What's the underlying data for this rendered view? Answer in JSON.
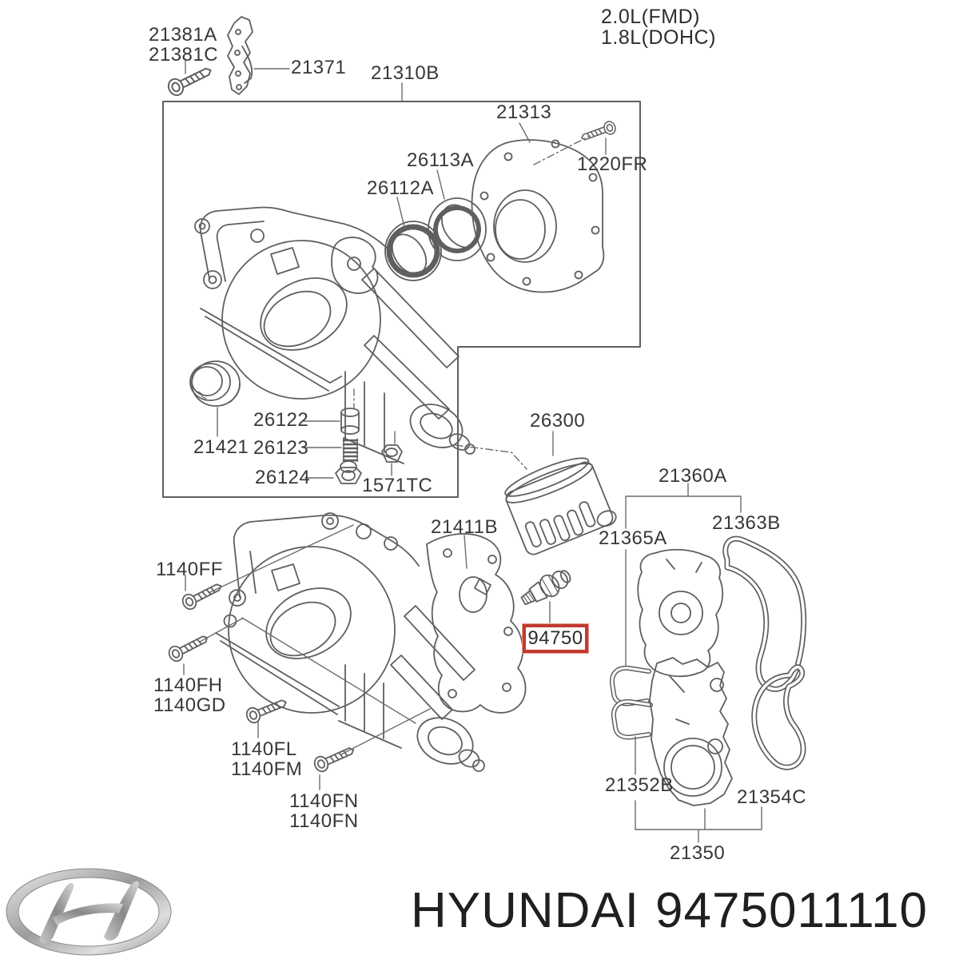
{
  "engine_variants": {
    "line1": "2.0L(FMD)",
    "line2": "1.8L(DOHC)"
  },
  "highlighted_part": {
    "number": "94750",
    "box_color": "#bf3b2f"
  },
  "labels": {
    "l21381a": "21381A",
    "l21381c": "21381C",
    "l21371": "21371",
    "l21310b": "21310B",
    "l21313": "21313",
    "l1220fr": "1220FR",
    "l26113a": "26113A",
    "l26112a": "26112A",
    "l21421": "21421",
    "l26122": "26122",
    "l26123": "26123",
    "l26124": "26124",
    "l1571tc": "1571TC",
    "l26300": "26300",
    "l21411b": "21411B",
    "l21360a": "21360A",
    "l21365a": "21365A",
    "l21363b": "21363B",
    "l1140ff": "1140FF",
    "l1140fh": "1140FH",
    "l1140gd": "1140GD",
    "l1140fl": "1140FL",
    "l1140fm": "1140FM",
    "l1140fn1": "1140FN",
    "l1140fn2": "1140FN",
    "l21352b": "21352B",
    "l21354c": "21354C",
    "l21350": "21350"
  },
  "footer": {
    "brand": "HYUNDAI",
    "part_number": "9475011110"
  },
  "colors": {
    "background": "#ffffff",
    "line_art": "#5f5f5f",
    "label_text": "#383838",
    "footer_text": "#1f1f1f",
    "highlight_box": "#bf3b2f",
    "logo_silver": "#b9b9b9"
  }
}
